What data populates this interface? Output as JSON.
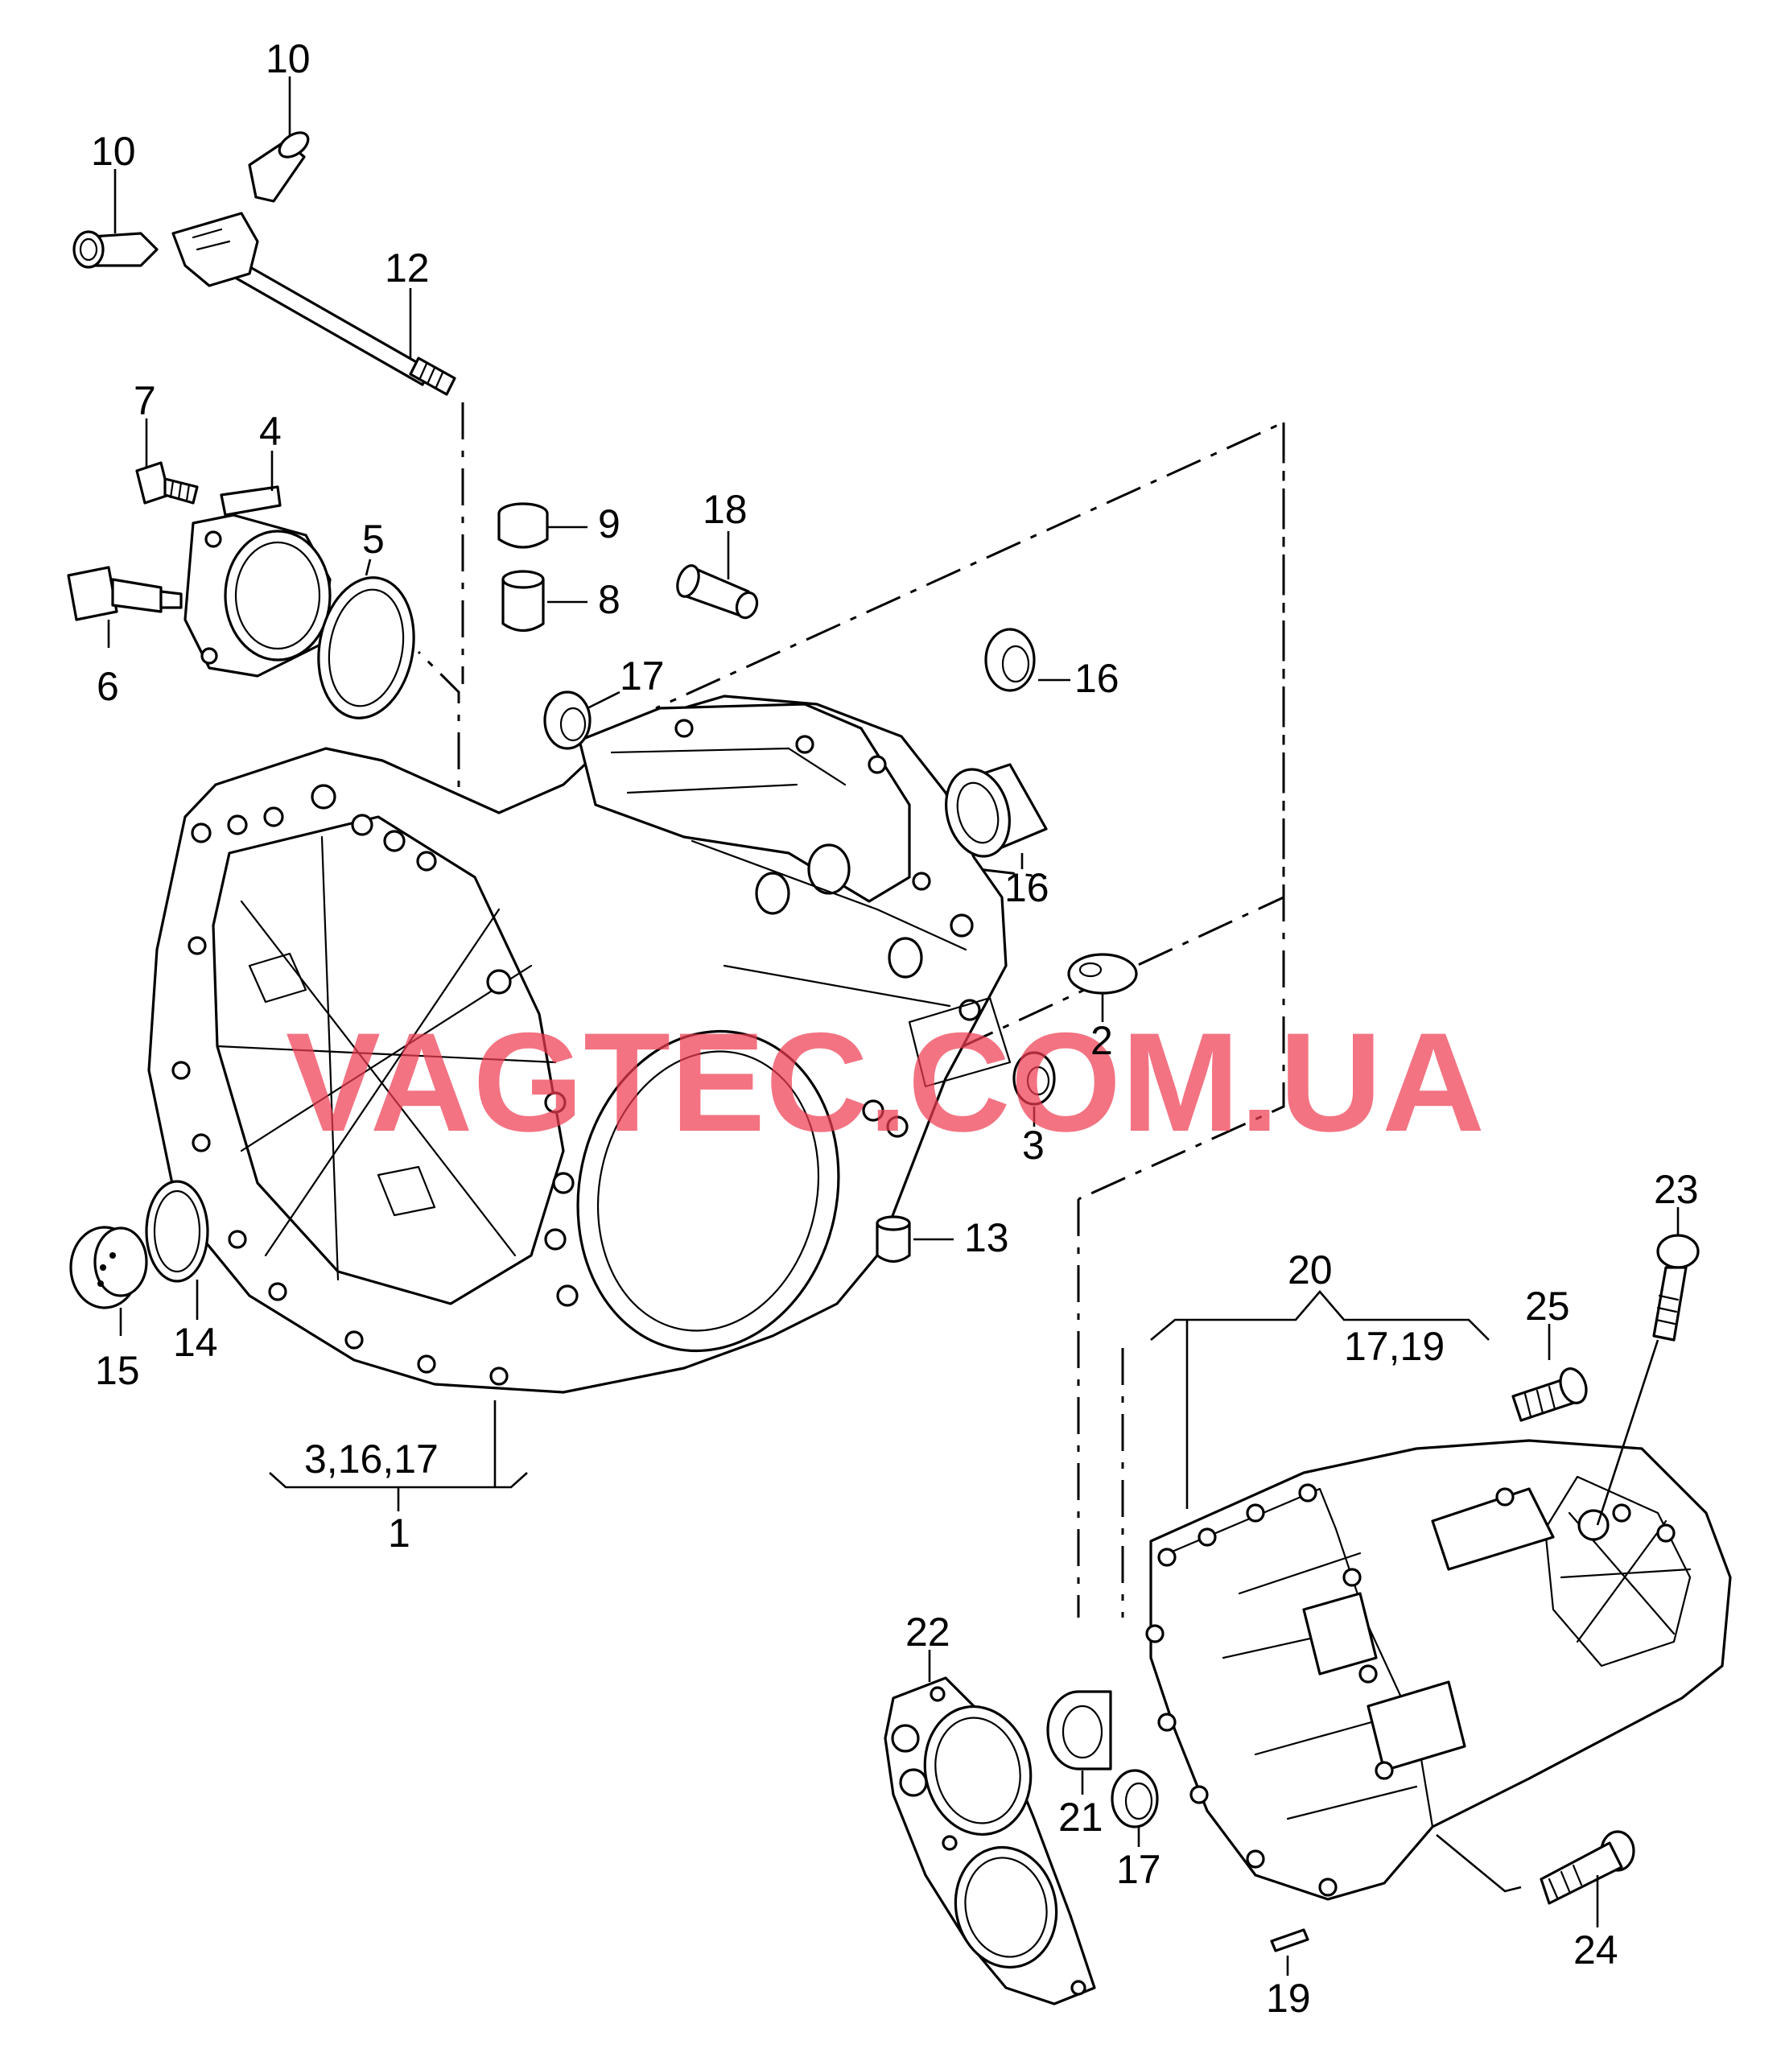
{
  "watermark": "VAGTEC.COM.UA",
  "watermark_color": "#ef3d52",
  "callouts": [
    {
      "key": "c10a",
      "text": "10"
    },
    {
      "key": "c10b",
      "text": "10"
    },
    {
      "key": "c12",
      "text": "12"
    },
    {
      "key": "c7",
      "text": "7"
    },
    {
      "key": "c4",
      "text": "4"
    },
    {
      "key": "c5",
      "text": "5"
    },
    {
      "key": "c6",
      "text": "6"
    },
    {
      "key": "c9",
      "text": "9"
    },
    {
      "key": "c8",
      "text": "8"
    },
    {
      "key": "c18",
      "text": "18"
    },
    {
      "key": "c17a",
      "text": "17"
    },
    {
      "key": "c16a",
      "text": "16"
    },
    {
      "key": "c16b",
      "text": "16"
    },
    {
      "key": "c2",
      "text": "2"
    },
    {
      "key": "c3",
      "text": "3"
    },
    {
      "key": "c13",
      "text": "13"
    },
    {
      "key": "c14",
      "text": "14"
    },
    {
      "key": "c15",
      "text": "15"
    },
    {
      "key": "c1_group",
      "text": "3,16,17"
    },
    {
      "key": "c1",
      "text": "1"
    },
    {
      "key": "c20",
      "text": "20"
    },
    {
      "key": "c20_group",
      "text": "17,19"
    },
    {
      "key": "c25",
      "text": "25"
    },
    {
      "key": "c23",
      "text": "23"
    },
    {
      "key": "c22",
      "text": "22"
    },
    {
      "key": "c21",
      "text": "21"
    },
    {
      "key": "c17b",
      "text": "17"
    },
    {
      "key": "c24",
      "text": "24"
    },
    {
      "key": "c19",
      "text": "19"
    }
  ]
}
